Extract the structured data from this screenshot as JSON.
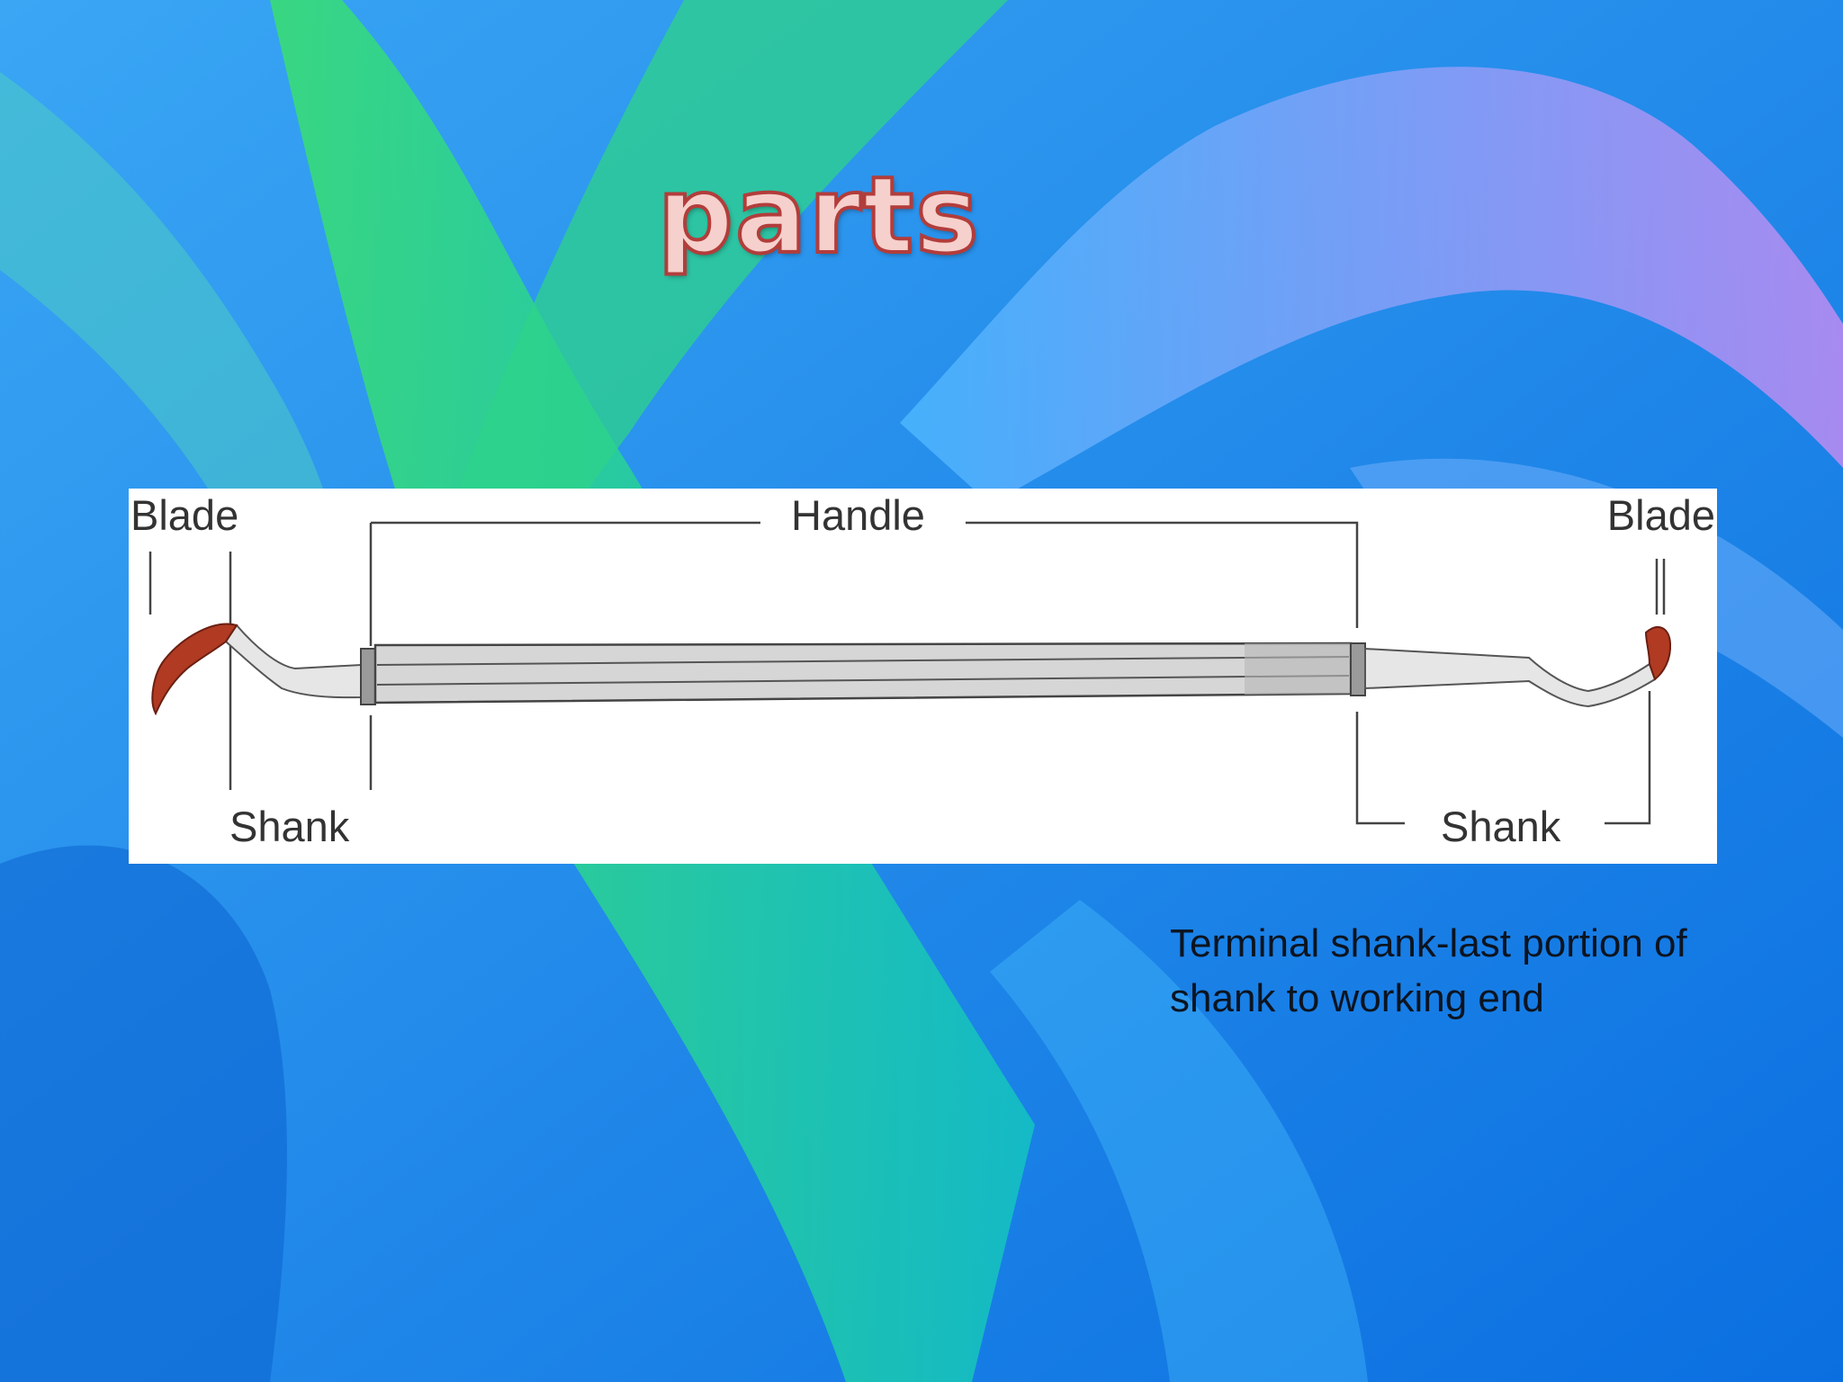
{
  "slide": {
    "title": "parts",
    "note": "Terminal shank-last portion of shank to working end"
  },
  "diagram": {
    "labels": {
      "blade_left": "Blade",
      "handle": "Handle",
      "blade_right": "Blade",
      "shank_left": "Shank",
      "shank_right": "Shank"
    }
  },
  "colors": {
    "background": "#1a8ff0",
    "blade": "#b03a22",
    "title_outline": "#b23d3b"
  }
}
